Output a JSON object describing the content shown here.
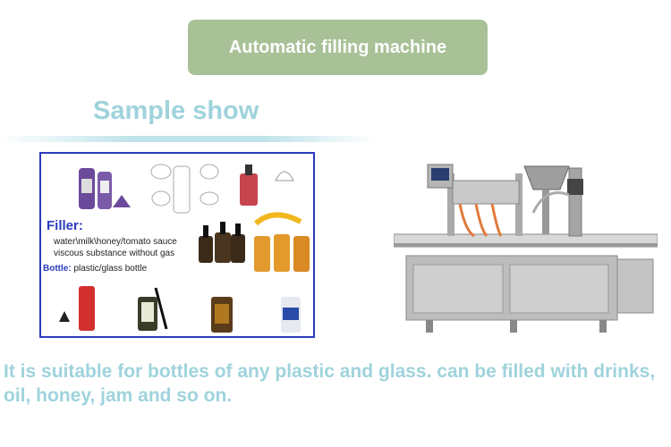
{
  "banner": {
    "title": "Automatic filling machine",
    "color": "#a8c197"
  },
  "section": {
    "title": "Sample show",
    "color": "#9fd3dc"
  },
  "sample_panel": {
    "border_color": "#2b3bbd",
    "filler_heading": "Filler:",
    "filler_lines": [
      "water\\milk\\honey/tomato sauce",
      "viscous substance without gas"
    ],
    "bottle_label": "Bottle:",
    "bottle_value": "plastic/glass bottle"
  },
  "machine_image": {
    "icon": "filling-machine-photo"
  },
  "description": "It is suitable for bottles of any plastic and glass. can be filled with drinks, oil, honey, jam and so on."
}
